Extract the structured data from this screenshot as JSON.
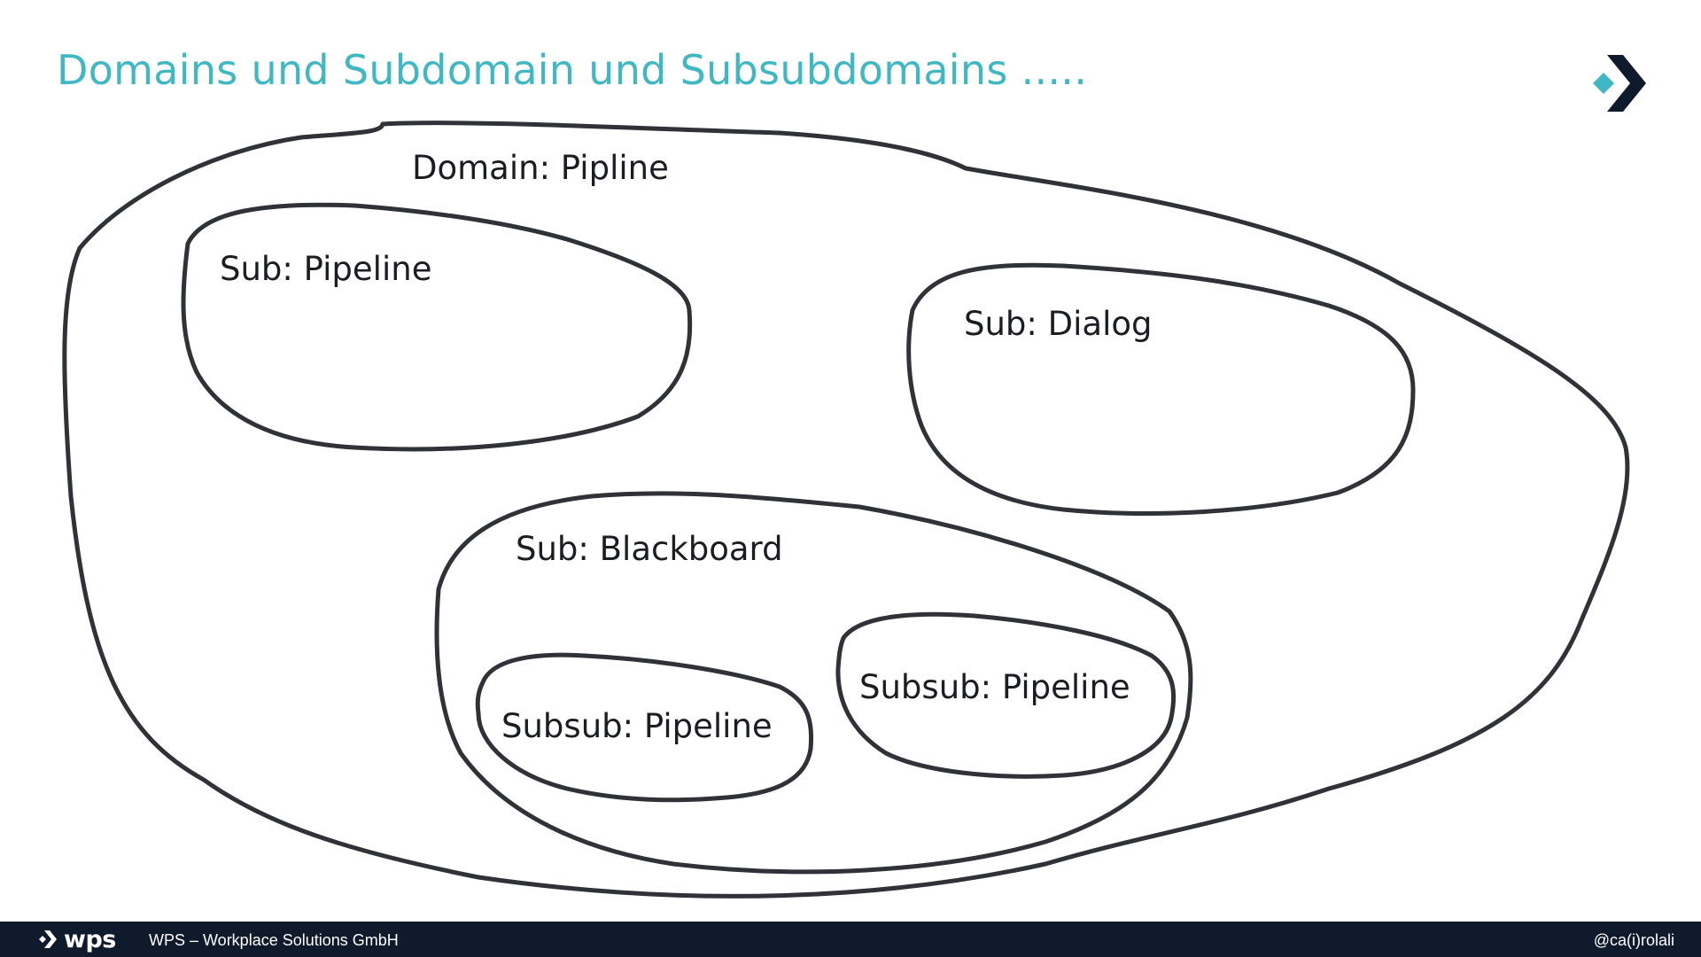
{
  "slide": {
    "title": "Domains und Subdomain und Subsubdomains .....",
    "accent_color": "#3fb8c3",
    "logo_icon": "wps-chevron-logo-icon"
  },
  "diagram": {
    "domain_label": "Domain: Pipline",
    "subdomains": [
      {
        "label": "Sub: Pipeline"
      },
      {
        "label": "Sub: Dialog"
      },
      {
        "label": "Sub: Blackboard"
      }
    ],
    "subsubdomains": [
      {
        "label": "Subsub: Pipeline"
      },
      {
        "label": "Subsub: Pipeline"
      }
    ]
  },
  "footer": {
    "brand": "wps",
    "company": "WPS – Workplace Solutions GmbH",
    "handle": "@ca(i)rolali",
    "background_color": "#0f1b2d"
  }
}
